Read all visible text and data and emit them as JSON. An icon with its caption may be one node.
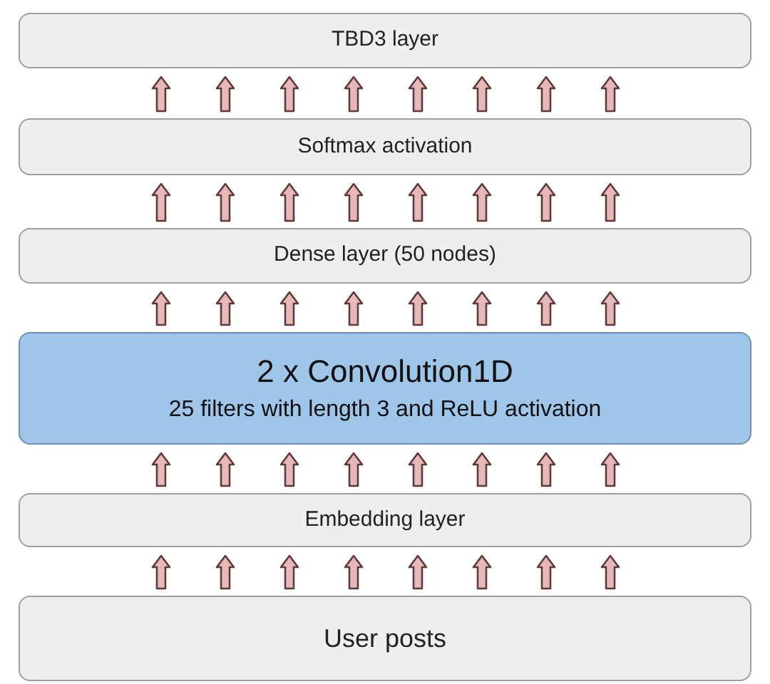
{
  "diagram": {
    "nodes": [
      {
        "text": [
          "TBD3 layer"
        ]
      },
      {
        "text": [
          "Softmax activation"
        ]
      },
      {
        "text": [
          "Dense layer (50 nodes)"
        ]
      },
      {
        "text": [
          "2 x Convolution1D",
          "25 filters with length 3 and ReLU activation"
        ]
      },
      {
        "text": [
          "Embedding layer"
        ]
      },
      {
        "text": [
          "User posts"
        ]
      }
    ],
    "edges": [
      {
        "from": 5,
        "to": 4,
        "arrow": "to"
      },
      {
        "from": 5,
        "to": 4,
        "arrow": "to"
      },
      {
        "from": 5,
        "to": 4,
        "arrow": "to"
      },
      {
        "from": 5,
        "to": 4,
        "arrow": "to"
      },
      {
        "from": 5,
        "to": 4,
        "arrow": "to"
      },
      {
        "from": 5,
        "to": 4,
        "arrow": "to"
      },
      {
        "from": 5,
        "to": 4,
        "arrow": "to"
      },
      {
        "from": 5,
        "to": 4,
        "arrow": "to"
      },
      {
        "from": 4,
        "to": 3,
        "arrow": "to"
      },
      {
        "from": 4,
        "to": 3,
        "arrow": "to"
      },
      {
        "from": 4,
        "to": 3,
        "arrow": "to"
      },
      {
        "from": 4,
        "to": 3,
        "arrow": "to"
      },
      {
        "from": 4,
        "to": 3,
        "arrow": "to"
      },
      {
        "from": 4,
        "to": 3,
        "arrow": "to"
      },
      {
        "from": 4,
        "to": 3,
        "arrow": "to"
      },
      {
        "from": 4,
        "to": 3,
        "arrow": "to"
      },
      {
        "from": 3,
        "to": 2,
        "arrow": "to"
      },
      {
        "from": 3,
        "to": 2,
        "arrow": "to"
      },
      {
        "from": 3,
        "to": 2,
        "arrow": "to"
      },
      {
        "from": 3,
        "to": 2,
        "arrow": "to"
      },
      {
        "from": 3,
        "to": 2,
        "arrow": "to"
      },
      {
        "from": 3,
        "to": 2,
        "arrow": "to"
      },
      {
        "from": 3,
        "to": 2,
        "arrow": "to"
      },
      {
        "from": 3,
        "to": 2,
        "arrow": "to"
      },
      {
        "from": 2,
        "to": 1,
        "arrow": "to"
      },
      {
        "from": 2,
        "to": 1,
        "arrow": "to"
      },
      {
        "from": 2,
        "to": 1,
        "arrow": "to"
      },
      {
        "from": 2,
        "to": 1,
        "arrow": "to"
      },
      {
        "from": 2,
        "to": 1,
        "arrow": "to"
      },
      {
        "from": 2,
        "to": 1,
        "arrow": "to"
      },
      {
        "from": 2,
        "to": 1,
        "arrow": "to"
      },
      {
        "from": 2,
        "to": 1,
        "arrow": "to"
      },
      {
        "from": 1,
        "to": 0,
        "arrow": "to"
      },
      {
        "from": 1,
        "to": 0,
        "arrow": "to"
      },
      {
        "from": 1,
        "to": 0,
        "arrow": "to"
      },
      {
        "from": 1,
        "to": 0,
        "arrow": "to"
      },
      {
        "from": 1,
        "to": 0,
        "arrow": "to"
      },
      {
        "from": 1,
        "to": 0,
        "arrow": "to"
      },
      {
        "from": 1,
        "to": 0,
        "arrow": "to"
      },
      {
        "from": 1,
        "to": 0,
        "arrow": "to"
      }
    ]
  }
}
